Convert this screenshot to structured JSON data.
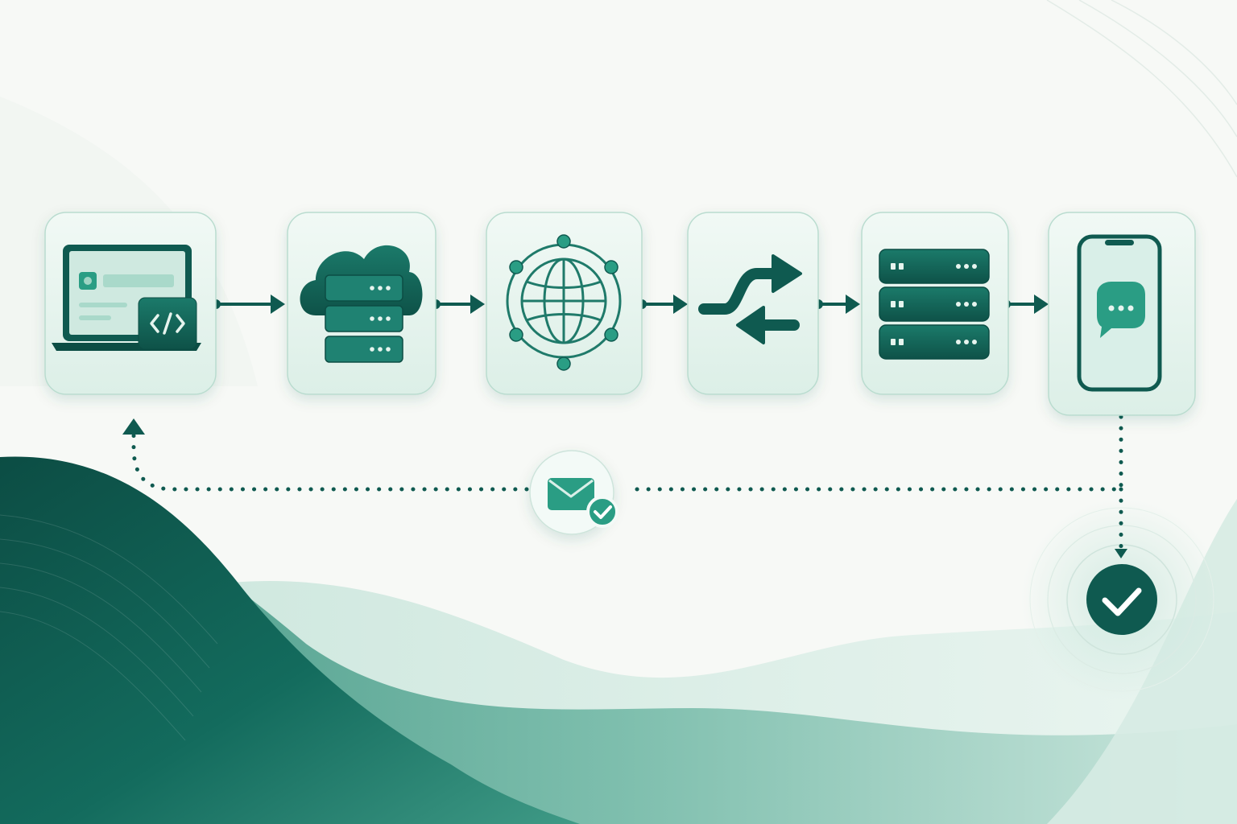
{
  "diagram": {
    "nodes": [
      {
        "id": "developer-laptop",
        "icon": "laptop-code-icon"
      },
      {
        "id": "cloud-server",
        "icon": "cloud-server-icon"
      },
      {
        "id": "global-network",
        "icon": "globe-network-icon"
      },
      {
        "id": "data-exchange",
        "icon": "swap-arrows-icon"
      },
      {
        "id": "server-rack",
        "icon": "server-stack-icon"
      },
      {
        "id": "mobile-device",
        "icon": "smartphone-chat-icon"
      }
    ],
    "flow_edges": [
      {
        "from": "developer-laptop",
        "to": "cloud-server"
      },
      {
        "from": "cloud-server",
        "to": "global-network"
      },
      {
        "from": "global-network",
        "to": "data-exchange"
      },
      {
        "from": "data-exchange",
        "to": "server-rack"
      },
      {
        "from": "server-rack",
        "to": "mobile-device"
      }
    ],
    "return_path": {
      "from": "mobile-device",
      "to": "developer-laptop",
      "style": "dotted",
      "badge_icon": "envelope-check-icon"
    },
    "confirmation_icon": "check-circle-icon"
  },
  "colors": {
    "primary": "#0f5a50",
    "accent": "#2a9d84",
    "light": "#d9efe8",
    "tile_fill": "#e6f4ee",
    "tile_border": "#b9dccf",
    "background": "#f7f9f6"
  }
}
